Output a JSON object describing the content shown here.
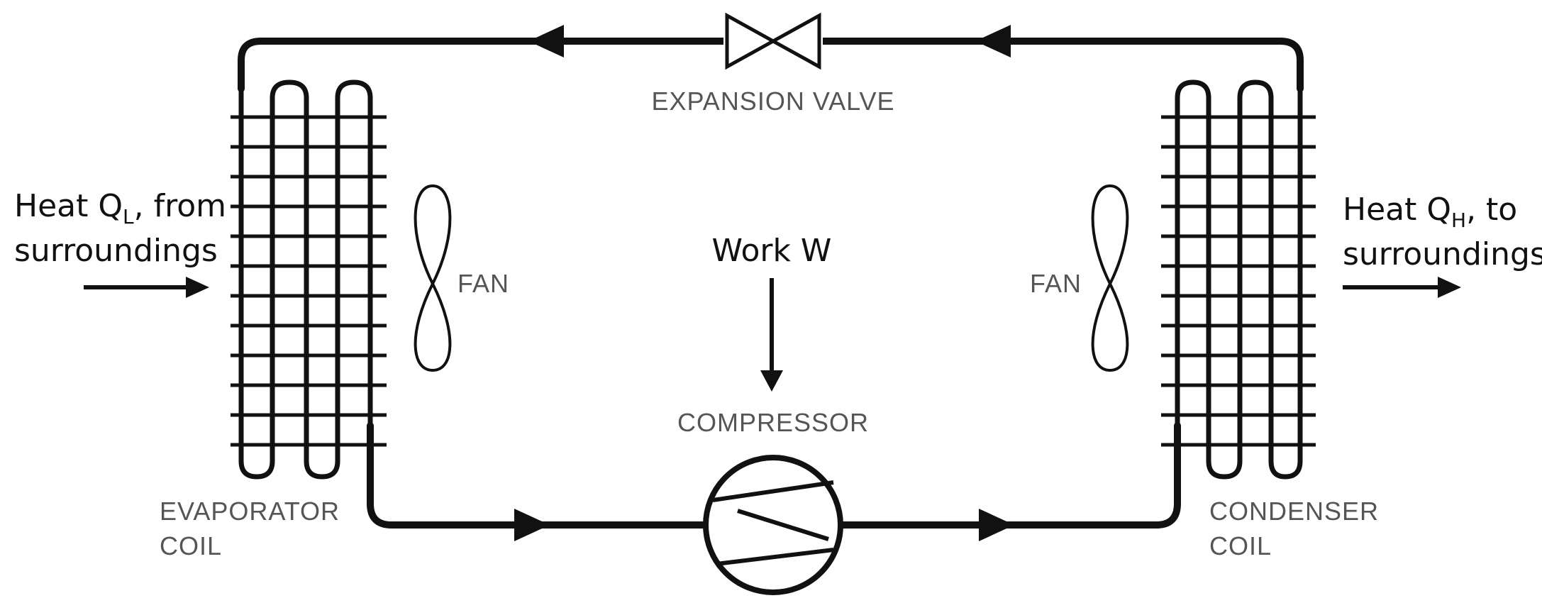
{
  "labels": {
    "expansion_valve": "EXPANSION VALVE",
    "compressor": "COMPRESSOR",
    "evaporator_line1": "EVAPORATOR",
    "evaporator_line2": "COIL",
    "condenser_line1": "CONDENSER",
    "condenser_line2": "COIL",
    "fan_left": "FAN",
    "fan_right": "FAN",
    "work": "Work W"
  },
  "heat_in": {
    "prefix": "Heat Q",
    "subscript": "L",
    "suffix": ", from",
    "line2": "surroundings"
  },
  "heat_out": {
    "prefix": "Heat Q",
    "subscript": "H",
    "suffix": ", to",
    "line2": "surroundings"
  }
}
